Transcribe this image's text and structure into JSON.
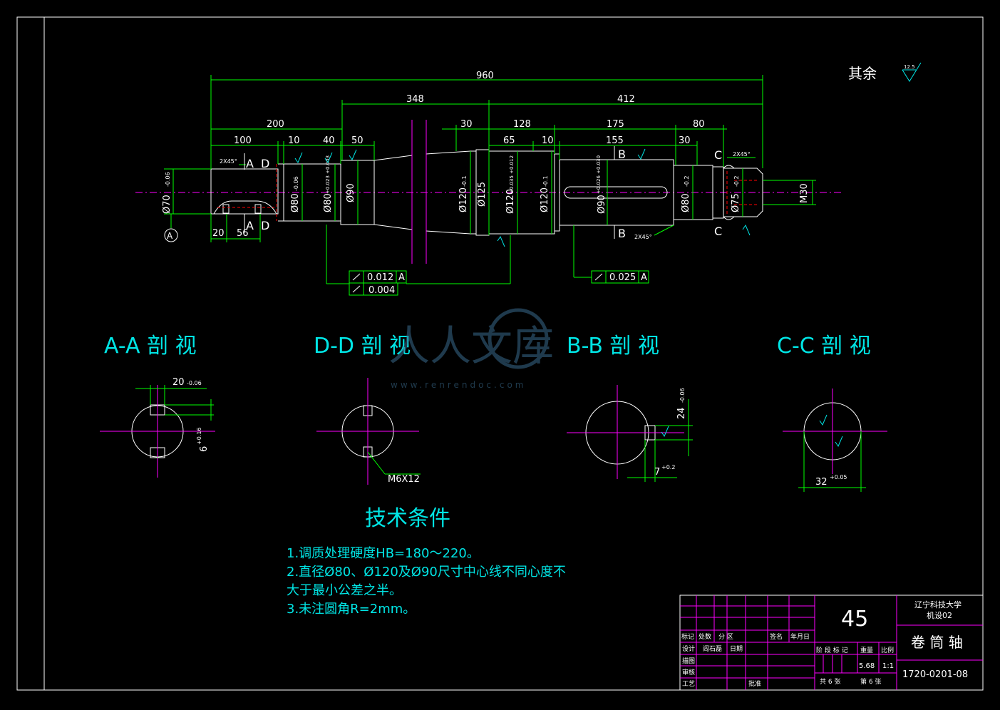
{
  "roughness": {
    "label": "其余",
    "value": "12.5"
  },
  "dims_top": {
    "overall": "960",
    "left_group": "348",
    "right_group": "412",
    "d200": "200",
    "d100": "100",
    "d10a": "10",
    "d40": "40",
    "d50": "50",
    "d30a": "30",
    "d128": "128",
    "d65": "65",
    "d10b": "10",
    "d175": "175",
    "d155": "155",
    "d80": "80",
    "d30b": "30"
  },
  "dims_bottom": {
    "d20": "20",
    "d56": "56"
  },
  "diameters": {
    "d70": "Ø70",
    "d70_tol": "-0.06",
    "d80a": "Ø80",
    "d80a_tol": "-0.06",
    "d80b": "Ø80",
    "d80b_tol": "+0.023 +0.003",
    "d90a": "Ø90",
    "d120a": "Ø120",
    "d120a_tol": "-0.1",
    "d125": "Ø125",
    "d120b": "Ø120",
    "d120b_tol": "+0.035 +0.012",
    "d120c": "Ø120",
    "d120c_tol": "-0.1",
    "d90b": "Ø90",
    "d90b_tol": "+0.026 +0.030",
    "d80c": "Ø80",
    "d80c_tol": "-0.2",
    "d75": "Ø75",
    "d75_tol": "-0.2",
    "m30": "M30"
  },
  "chamfers": {
    "left": "2X45°",
    "right": "2X45°",
    "mid": "2X45°"
  },
  "tolerances": {
    "t1_value": "0.012",
    "t1_datum": "A",
    "t2_value": "0.004",
    "t3_value": "0.025",
    "t3_datum": "A"
  },
  "datum": "A",
  "section_marks": {
    "a": "A",
    "d": "D",
    "b": "B",
    "c": "C"
  },
  "views": {
    "aa": {
      "title": "A-A 剖 视",
      "dim_top": "20",
      "dim_top_tol": "-0.06",
      "dim_side": "6",
      "dim_side_tol": "+0.16"
    },
    "dd": {
      "title": "D-D 剖 视",
      "thread": "M6X12"
    },
    "bb": {
      "title": "B-B 剖 视",
      "dim_side": "24",
      "dim_side_tol": "-0.06",
      "dim_bottom": "7",
      "dim_bottom_tol": "+0.2"
    },
    "cc": {
      "title": "C-C 剖 视",
      "dim_bottom": "32",
      "dim_bottom_tol": "+0.05"
    }
  },
  "watermark": {
    "text": "人人文库",
    "url": "www.renrendoc.com"
  },
  "tech": {
    "title": "技术条件",
    "lines": [
      "1.调质处理硬度HB=180～220。",
      "2.直径Ø80、Ø120及Ø90尺寸中心线不同心度不",
      "大于最小公差之半。",
      "3.未注圆角R=2mm。"
    ]
  },
  "title_block": {
    "material": "45",
    "school": "辽宁科技大学",
    "class": "机设02",
    "part_name": "卷 筒 轴",
    "drawing_no": "1720-0201-08",
    "headers": [
      "标记",
      "处数",
      "分 区",
      "签名",
      "年月日"
    ],
    "rows": [
      {
        "label": "设计",
        "name": "阎石磊",
        "date": "日期"
      },
      {
        "label": "描图"
      },
      {
        "label": "审核"
      },
      {
        "label": "工艺",
        "approve": "批准"
      }
    ],
    "stage_labels": "阶 段 标 记",
    "weight_label": "重量",
    "scale_label": "比例",
    "weight": "5.68",
    "scale": "1:1",
    "sheet_total": "共 6 张",
    "sheet_no": "第 6 张"
  }
}
